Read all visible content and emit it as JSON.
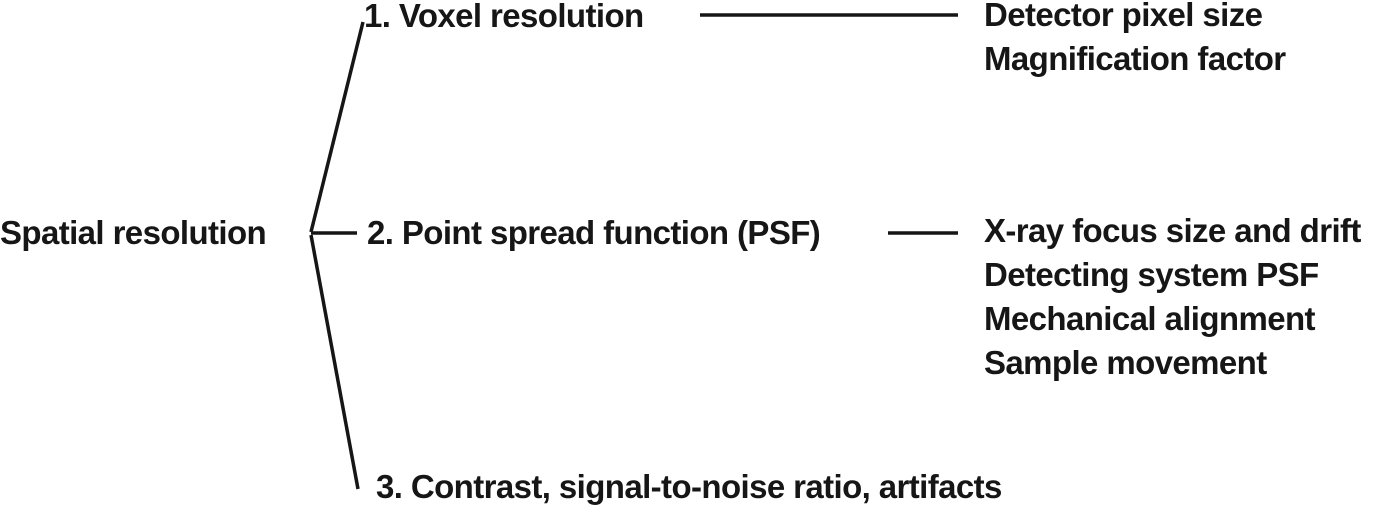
{
  "diagram": {
    "root_label": "Spatial resolution",
    "branches": [
      {
        "label": "1. Voxel resolution",
        "factors": [
          "Detector pixel size",
          "Magnification factor"
        ]
      },
      {
        "label": "2. Point spread function (PSF)",
        "factors": [
          "X-ray focus size and drift",
          "Detecting system PSF",
          "Mechanical alignment",
          "Sample movement"
        ]
      },
      {
        "label": "3. Contrast, signal-to-noise ratio, artifacts",
        "factors": []
      }
    ],
    "colors": {
      "text": "#161616",
      "line": "#161616",
      "background": "#ffffff"
    }
  }
}
